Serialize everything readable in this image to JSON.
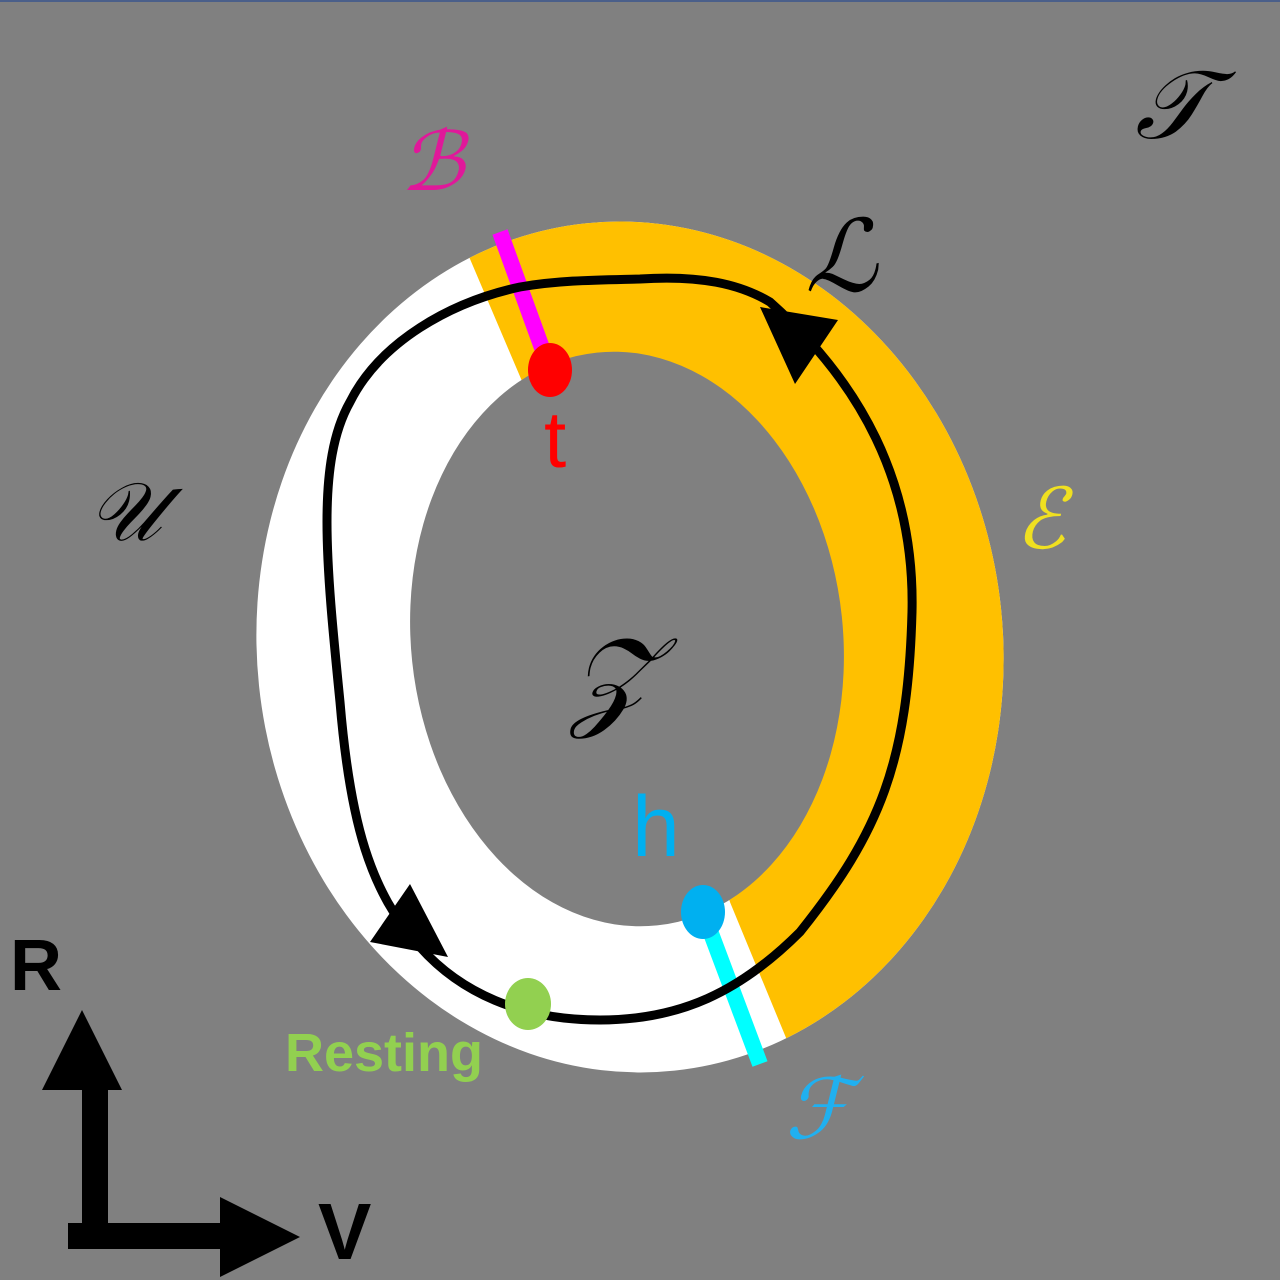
{
  "labels": {
    "T": "𝒯",
    "B": "ℬ",
    "L": "ℒ",
    "U": "𝒰",
    "E": "ℰ",
    "Z": "𝒵",
    "F": "ℱ",
    "t": "t",
    "h": "h",
    "resting": "Resting",
    "axis_r": "R",
    "axis_v": "V"
  },
  "colors": {
    "background": "#808080",
    "ring_white": "#ffffff",
    "ring_orange": "#ffc000",
    "boundary_B": "#ff00ff",
    "boundary_F": "#00ffff",
    "point_t": "#ff0000",
    "point_h": "#00b0f0",
    "point_resting": "#92d050",
    "label_B": "#e0189a",
    "label_E": "#f0e020",
    "label_F": "#20b0f0"
  }
}
